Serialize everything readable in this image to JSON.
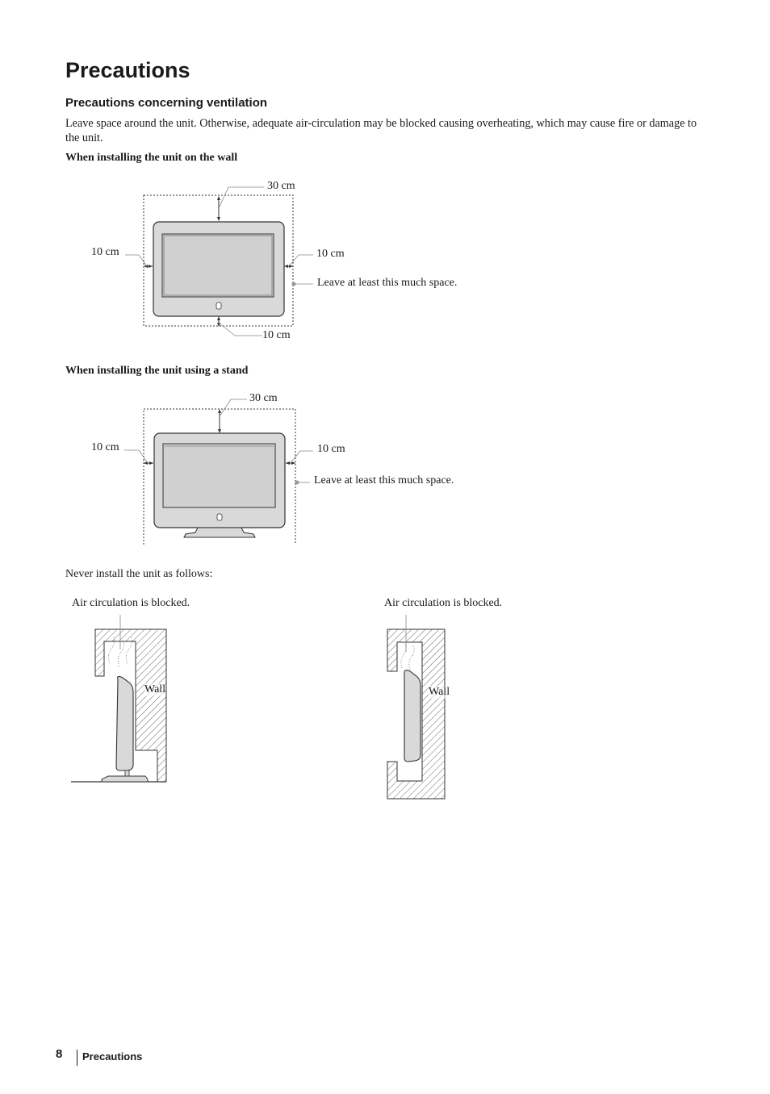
{
  "page": {
    "title": "Precautions",
    "section_heading": "Precautions concerning ventilation",
    "intro": "Leave space around the unit. Otherwise, adequate air-circulation may be blocked causing overheating, which may cause fire or damage to the unit."
  },
  "wall_figure": {
    "heading": "When installing the unit on the wall",
    "top_label": "30 cm",
    "left_label": "10 cm",
    "right_label": "10 cm",
    "bottom_label": "10 cm",
    "space_note": "Leave at least this much space."
  },
  "stand_figure": {
    "heading": "When installing the unit using a stand",
    "top_label": "30 cm",
    "left_label": "10 cm",
    "right_label": "10 cm",
    "space_note": "Leave at least this much space."
  },
  "never_install": {
    "intro": "Never install the unit as follows:",
    "left": {
      "caption": "Air circulation is blocked.",
      "wall_label": "Wall"
    },
    "right": {
      "caption": "Air circulation is blocked.",
      "wall_label": "Wall"
    }
  },
  "footer": {
    "page_number": "8",
    "section": "Precautions"
  }
}
